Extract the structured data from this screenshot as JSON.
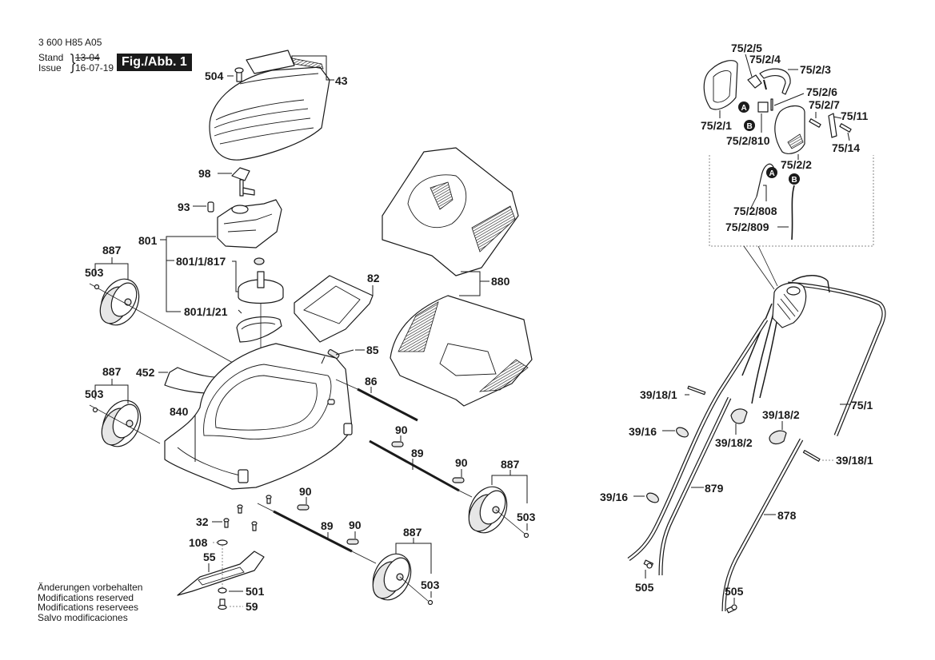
{
  "header": {
    "document_code": "3 600 H85 A05",
    "stand_label": "Stand",
    "issue_label": "Issue",
    "stand_date_struck": "13-04",
    "issue_date": "16-07-19",
    "figure_badge": "Fig./Abb. 1"
  },
  "footer": {
    "lines": [
      "Änderungen vorbehalten",
      "Modifications reserved",
      "Modifications reservees",
      "Salvo modificaciones"
    ]
  },
  "callouts": {
    "p504": "504",
    "p43": "43",
    "p98": "98",
    "p93": "93",
    "p801": "801",
    "p801_1_817": "801/1/817",
    "p801_1_21": "801/1/21",
    "p887_a": "887",
    "p503_a": "503",
    "p887_b": "887",
    "p503_b": "503",
    "p452": "452",
    "p840": "840",
    "p82": "82",
    "p85": "85",
    "p86": "86",
    "p880": "880",
    "p90_a": "90",
    "p89_a": "89",
    "p90_b": "90",
    "p887_c": "887",
    "p503_c": "503",
    "p90_c": "90",
    "p90_d": "90",
    "p89_b": "89",
    "p887_d": "887",
    "p503_d": "503",
    "p32": "32",
    "p108": "108",
    "p55": "55",
    "p501": "501",
    "p59": "59",
    "p75_2_5": "75/2/5",
    "p75_2_4": "75/2/4",
    "p75_2_3": "75/2/3",
    "p75_2_6": "75/2/6",
    "p75_2_7": "75/2/7",
    "p75_11": "75/11",
    "p75_2_1": "75/2/1",
    "p75_2_810": "75/2/810",
    "p75_14": "75/14",
    "p75_2_2": "75/2/2",
    "p75_2_808": "75/2/808",
    "p75_2_809": "75/2/809",
    "p39_18_1_a": "39/18/1",
    "p75_1": "75/1",
    "p39_16_a": "39/16",
    "p39_18_2_a": "39/18/2",
    "p39_18_2_b": "39/18/2",
    "p39_18_1_b": "39/18/1",
    "p39_16_b": "39/16",
    "p879": "879",
    "p878": "878",
    "p505_a": "505",
    "p505_b": "505"
  },
  "markers": {
    "a_label": "A",
    "b_label": "B"
  }
}
